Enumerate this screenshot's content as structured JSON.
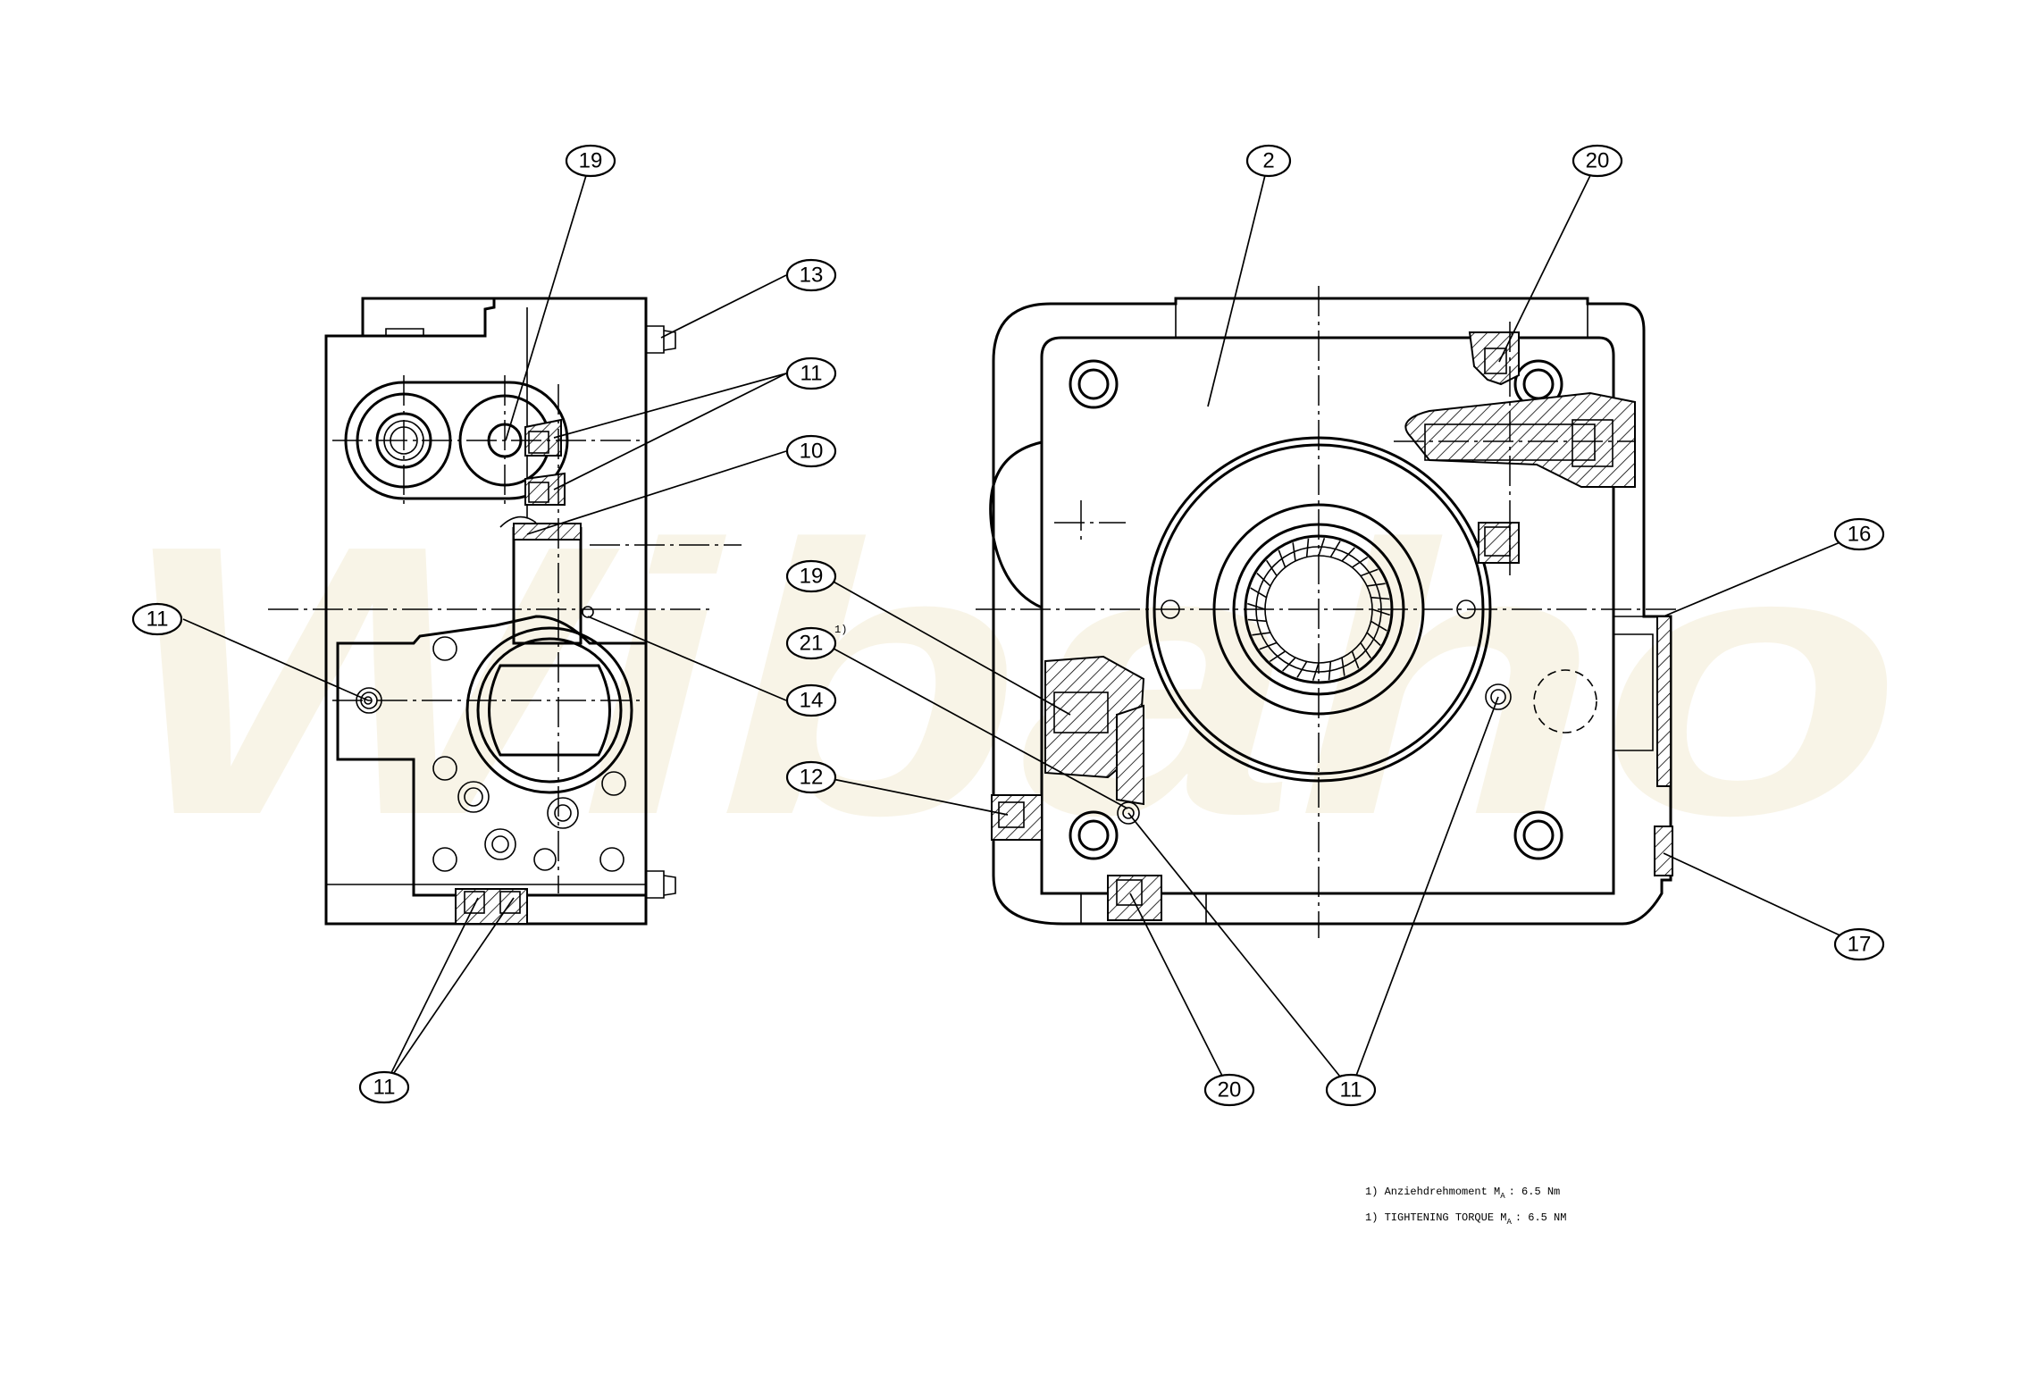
{
  "watermark": "Wibaho",
  "callouts": {
    "left_top_19": "19",
    "left_13": "13",
    "left_11_top": "11",
    "left_10": "10",
    "left_11_side": "11",
    "left_14": "14",
    "left_11_bottom": "11",
    "right_2": "2",
    "right_20_top": "20",
    "right_19": "19",
    "right_21": "21",
    "right_21_note": "1)",
    "right_12": "12",
    "right_16": "16",
    "right_17": "17",
    "right_20_bottom": "20",
    "right_11_bottom": "11"
  },
  "notes": {
    "line1": "1) Anziehdrehmoment M",
    "line1_sub": "A",
    "line1_value": ": 6.5 Nm",
    "line2": "1) TIGHTENING TORQUE M",
    "line2_sub": "A",
    "line2_value": ": 6.5 NM"
  }
}
